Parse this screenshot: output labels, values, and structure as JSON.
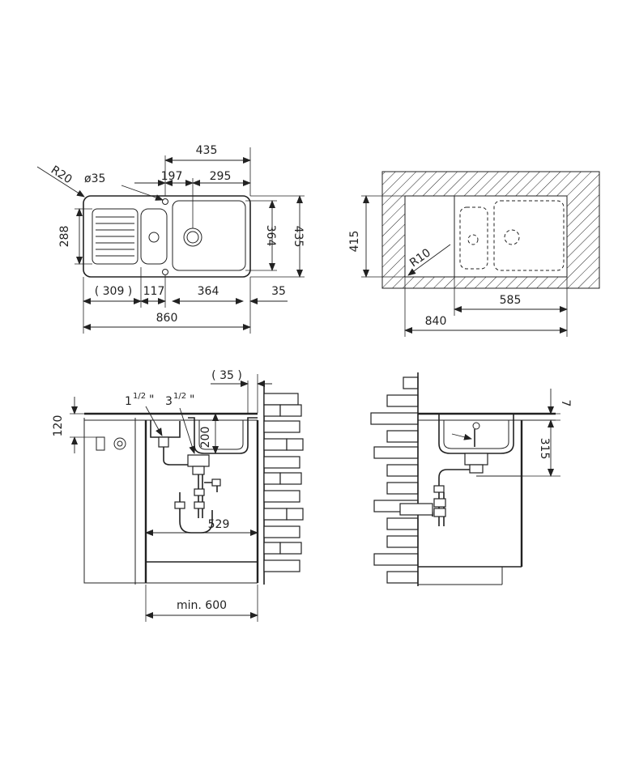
{
  "top_view": {
    "dim_width_basin": "435",
    "dim_radius": "R20",
    "dim_hole": "ø35",
    "dim_197": "197",
    "dim_295": "295",
    "dim_depth_left": "288",
    "dim_depth_basin": "364",
    "dim_depth_total": "435",
    "dim_309": "( 309 )",
    "dim_117": "117",
    "dim_364": "364",
    "dim_35": "35",
    "dim_860": "860"
  },
  "cutout_view": {
    "dim_415": "415",
    "dim_r10": "R10",
    "dim_585": "585",
    "dim_840": "840"
  },
  "front_view": {
    "dim_35": "( 35 )",
    "dim_120": "120",
    "dim_1half_whole": "1",
    "dim_1half_frac": "1/2",
    "dim_3half_whole": "3",
    "dim_3half_frac": "1/2",
    "inch_mark": "\"",
    "dim_200": "200",
    "dim_529": "529",
    "dim_min600": "min. 600"
  },
  "side_view": {
    "dim_7": "7",
    "dim_315": "315"
  }
}
